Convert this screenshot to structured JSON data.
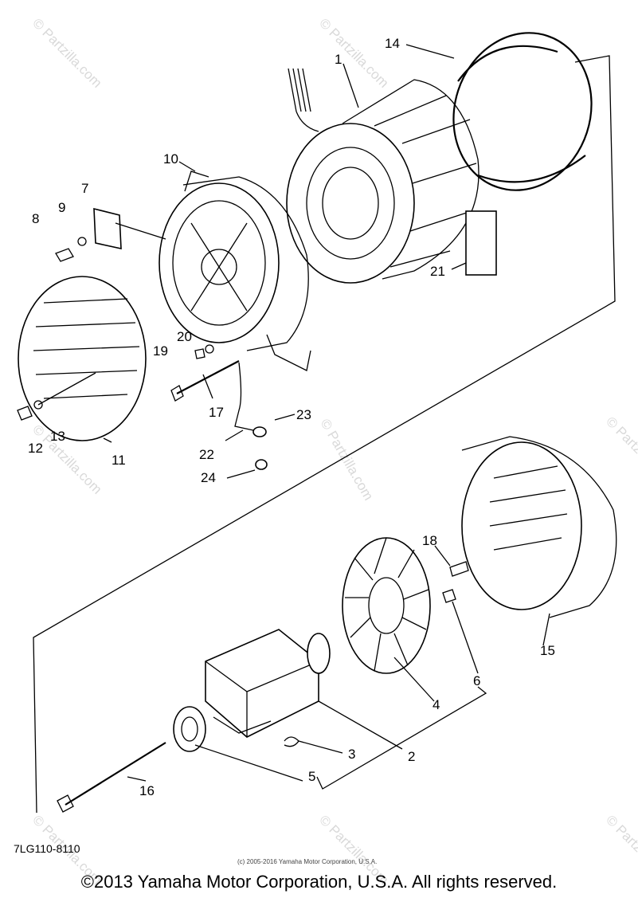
{
  "watermark": {
    "text": "© Partzilla.com"
  },
  "labels": {
    "p1": "1",
    "p2": "2",
    "p3": "3",
    "p4": "4",
    "p5": "5",
    "p6": "6",
    "p7": "7",
    "p8": "8",
    "p9": "9",
    "p10": "10",
    "p11": "11",
    "p12": "12",
    "p13": "13",
    "p14": "14",
    "p15": "15",
    "p16": "16",
    "p17": "17",
    "p18": "18",
    "p19": "19",
    "p20": "20",
    "p21": "21",
    "p22": "22",
    "p23": "23",
    "p24": "24"
  },
  "footer": {
    "part_code": "7LG110-8110",
    "small_copyright": "(c) 2005-2016 Yamaha Motor Corporation, U.S.A.",
    "copyright": "©2013 Yamaha Motor Corporation, U.S.A. All rights reserved."
  }
}
